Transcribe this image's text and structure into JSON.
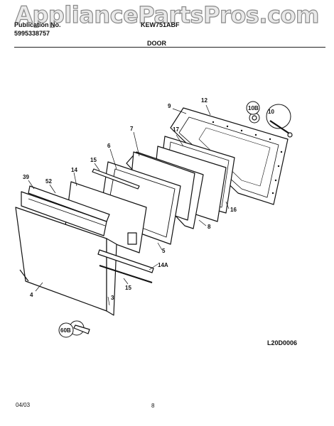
{
  "watermark": "AppliancePartsPros.com",
  "header": {
    "publication_label": "Publication No.",
    "publication_number": "5995338757",
    "model": "KEW751ABF",
    "section": "DOOR"
  },
  "callouts": {
    "c9": "9",
    "c12": "12",
    "c10b": "10B",
    "c10": "10",
    "c7": "7",
    "c17": "17",
    "c6": "6",
    "c15a": "15",
    "c14": "14",
    "c39": "39",
    "c52": "52",
    "c16": "16",
    "c8": "8",
    "c5": "5",
    "c14a": "14A",
    "c15b": "15",
    "c3": "3",
    "c4": "4",
    "c60b": "60B"
  },
  "figure_code": "L20D0006",
  "footer": {
    "date": "04/03",
    "page": "8"
  }
}
